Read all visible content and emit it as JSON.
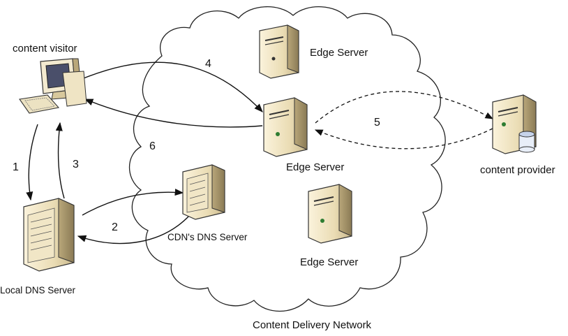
{
  "labels": {
    "content_visitor": "content visitor",
    "edge_server_top": "Edge Server",
    "edge_server_mid": "Edge Server",
    "edge_server_bottom": "Edge Server",
    "content_provider": "content provider",
    "cdn_dns_server": "CDN's DNS Server",
    "local_dns_server": "Local DNS Server",
    "network": "Content Delivery Network"
  },
  "steps": {
    "s1": "1",
    "s2": "2",
    "s3": "3",
    "s4": "4",
    "s5": "5",
    "s6": "6"
  }
}
